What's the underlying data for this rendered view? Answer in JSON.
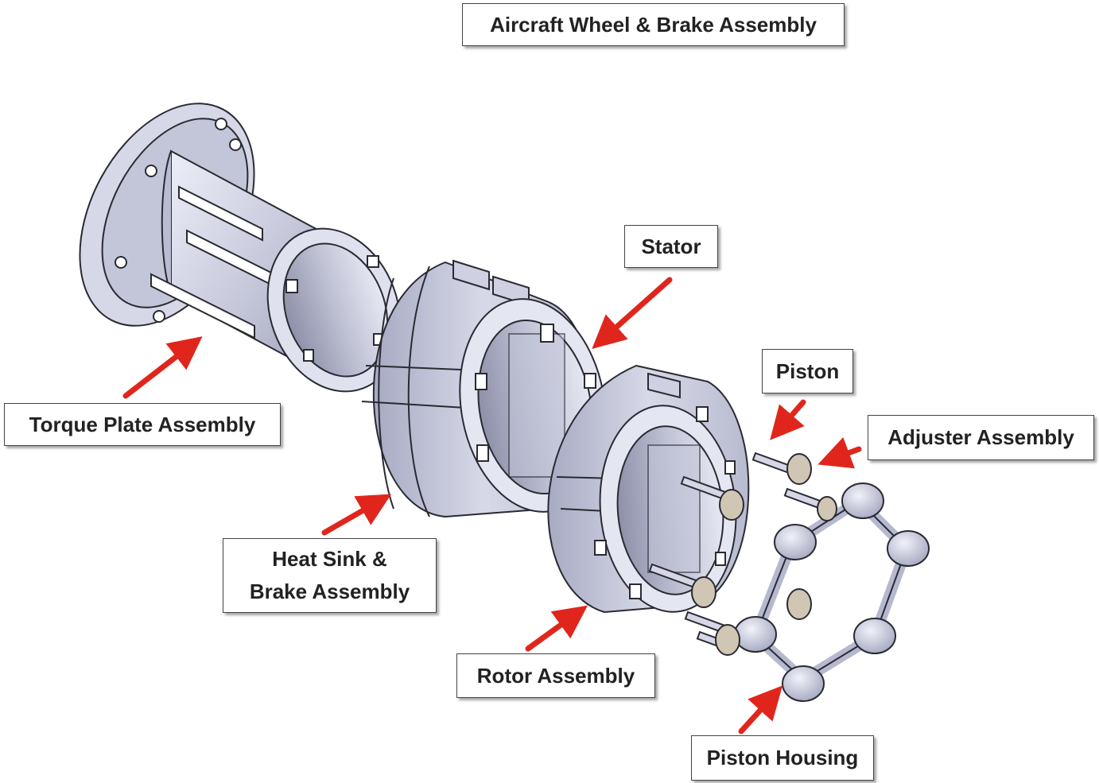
{
  "title": "Aircraft Wheel & Brake Assembly",
  "labels": {
    "torque_plate": "Torque Plate Assembly",
    "stator": "Stator",
    "heat_sink_line1": "Heat Sink &",
    "heat_sink_line2": "Brake Assembly",
    "rotor": "Rotor Assembly",
    "piston": "Piston",
    "adjuster": "Adjuster Assembly",
    "piston_housing": "Piston Housing"
  },
  "colors": {
    "arrow": "#e0261c",
    "part_light": "#d9dbe9",
    "part_mid": "#b3b6cc",
    "part_dark": "#6d7088",
    "outline": "#2a2a33"
  }
}
